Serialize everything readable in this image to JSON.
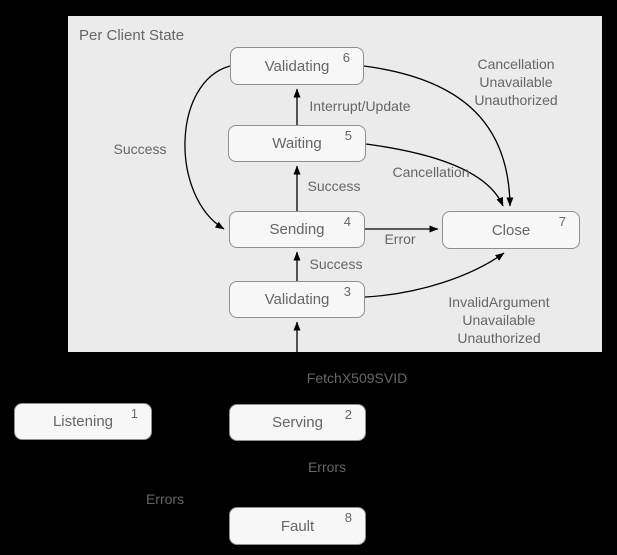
{
  "diagram": {
    "title": "Per Client State",
    "colors": {
      "background": "#000000",
      "container_fill": "#ebebeb",
      "node_fill": "#f7f7f7",
      "node_border": "#8f8f8f",
      "text": "#666666",
      "arrow": "#000000"
    },
    "nodes": [
      {
        "label": "Listening",
        "number": "1"
      },
      {
        "label": "Serving",
        "number": "2"
      },
      {
        "label": "Validating",
        "number": "3"
      },
      {
        "label": "Sending",
        "number": "4"
      },
      {
        "label": "Waiting",
        "number": "5"
      },
      {
        "label": "Validating",
        "number": "6"
      },
      {
        "label": "Close",
        "number": "7"
      },
      {
        "label": "Fault",
        "number": "8"
      }
    ],
    "edge_labels": {
      "success_left": "Success",
      "interrupt_update": "Interrupt/Update",
      "success_waiting": "Success",
      "success_sending": "Success",
      "error": "Error",
      "cancellation": "Cancellation",
      "fetch": "FetchX509SVID",
      "errors_serving": "Errors",
      "errors_listening": "Errors",
      "close_top": [
        "Cancellation",
        "Unavailable",
        "Unauthorized"
      ],
      "close_bottom": [
        "InvalidArgument",
        "Unavailable",
        "Unauthorized"
      ]
    }
  }
}
